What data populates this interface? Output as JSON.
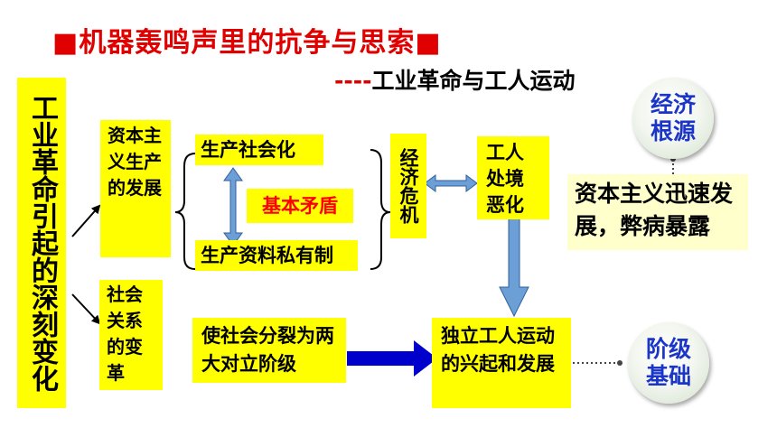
{
  "title": "■机器轰鸣声里的抗争与思索■",
  "subtitle": {
    "dashes": "----",
    "text": "工业革命与工人运动"
  },
  "main_box": "工业革命引起的深刻变化",
  "boxes": {
    "capitalist_production": "资本主义生产的发展",
    "social_relations": "社会关系的变革",
    "socialization": "生产社会化",
    "contradiction": "基本矛盾",
    "private_ownership": "生产资料私有制",
    "economic_crisis": "经济危机",
    "workers_worsen": "工人处境恶化",
    "society_split": "使社会分裂为两大对立阶级",
    "independent_movement": "独立工人运动的兴起和发展"
  },
  "circles": {
    "economic_root": "经济根源",
    "class_basis": "阶级基础"
  },
  "note": "资本主义迅速发展，弊病暴露",
  "colors": {
    "box_fill": "#ffff00",
    "title_red": "#e00000",
    "contradiction_red": "#ff0000",
    "circle_text": "#1a35c8",
    "big_arrow": "#0000cc",
    "light_arrow": "#6c9fd6",
    "note_fill": "#ffffcc"
  }
}
